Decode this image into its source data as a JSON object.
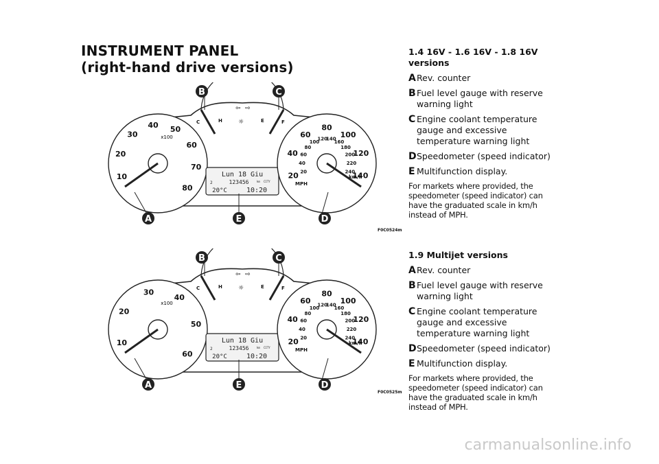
{
  "title": {
    "line1": "INSTRUMENT PANEL",
    "line2": "(right-hand drive versions)"
  },
  "panels": [
    {
      "figure_code": "F0C0524m",
      "callouts": [
        "A",
        "B",
        "C",
        "D",
        "E"
      ],
      "rev_counter": {
        "scale": [
          "10",
          "20",
          "30",
          "40",
          "50",
          "60",
          "70",
          "80"
        ],
        "unit": "x100"
      },
      "gauges": {
        "fuel": [
          "E",
          "F"
        ],
        "temp": [
          "C",
          "H"
        ]
      },
      "speedometer": {
        "mph": [
          "20",
          "40",
          "60",
          "80",
          "100",
          "120",
          "140"
        ],
        "kmh": [
          "20",
          "40",
          "60",
          "80",
          "100",
          "120",
          "140",
          "160",
          "180",
          "200",
          "220",
          "240"
        ],
        "mph_label": "MPH",
        "kmh_label": "km/h"
      },
      "display": {
        "date": "Lun 18 Giu",
        "odometer": "123456",
        "odo_unit": "km",
        "mode": "CITY",
        "gear": "2",
        "temp": "20°C",
        "time": "10:20"
      }
    },
    {
      "figure_code": "F0C0525m",
      "callouts": [
        "A",
        "B",
        "C",
        "D",
        "E"
      ],
      "rev_counter": {
        "scale": [
          "10",
          "20",
          "30",
          "40",
          "50",
          "60"
        ],
        "unit": "x100"
      },
      "gauges": {
        "fuel": [
          "E",
          "F"
        ],
        "temp": [
          "C",
          "H"
        ]
      },
      "speedometer": {
        "mph": [
          "20",
          "40",
          "60",
          "80",
          "100",
          "120",
          "140"
        ],
        "kmh": [
          "20",
          "40",
          "60",
          "80",
          "100",
          "120",
          "140",
          "160",
          "180",
          "200",
          "220",
          "240"
        ],
        "mph_label": "MPH",
        "kmh_label": "km/h"
      },
      "display": {
        "date": "Lun 18 Giu",
        "odometer": "123456",
        "odo_unit": "km",
        "mode": "CITY",
        "gear": "2",
        "temp": "20°C",
        "time": "10:20"
      }
    }
  ],
  "sections": [
    {
      "heading": "1.4 16V - 1.6 16V - 1.8 16V versions",
      "items": [
        {
          "key": "A",
          "text": "Rev. counter"
        },
        {
          "key": "B",
          "text": "Fuel level gauge with reserve warning light"
        },
        {
          "key": "C",
          "text": "Engine coolant temperature gauge and excessive temperature warning light"
        },
        {
          "key": "D",
          "text": "Speedometer (speed indicator)"
        },
        {
          "key": "E",
          "text": "Multifunction display."
        }
      ],
      "note": "For markets where provided, the speedometer (speed indicator) can have the graduated scale in km/h instead of MPH."
    },
    {
      "heading": "1.9 Multijet versions",
      "items": [
        {
          "key": "A",
          "text": "Rev. counter"
        },
        {
          "key": "B",
          "text": "Fuel level gauge with reserve warning light"
        },
        {
          "key": "C",
          "text": "Engine coolant temperature gauge and excessive temperature warning light"
        },
        {
          "key": "D",
          "text": "Speedometer (speed indicator)"
        },
        {
          "key": "E",
          "text": "Multifunction display."
        }
      ],
      "note": "For markets where provided, the speedometer (speed indicator) can have the graduated scale in km/h instead of MPH."
    }
  ],
  "watermark": "carmanualsonline.info"
}
